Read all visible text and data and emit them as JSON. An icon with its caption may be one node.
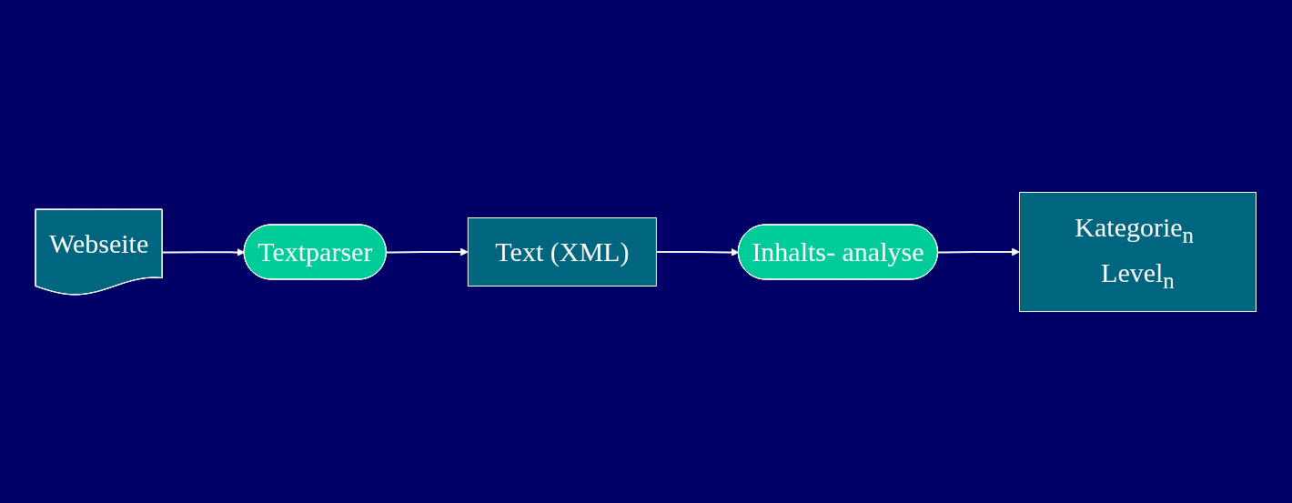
{
  "diagram": {
    "nodes": [
      {
        "text": [
          "Webseite"
        ]
      },
      {
        "text": [
          "Textparser"
        ]
      },
      {
        "text": [
          "Text (XML)"
        ]
      },
      {
        "text": [
          "Inhalts- analyse"
        ]
      },
      {
        "text": [
          "Kategorie$_{n}$ Level$_{n}$"
        ]
      }
    ],
    "edges": [
      {
        "from": 0,
        "to": 1,
        "arrow": "to"
      },
      {
        "from": 1,
        "to": 2,
        "arrow": "to"
      },
      {
        "from": 2,
        "to": 3,
        "arrow": "to"
      },
      {
        "from": 3,
        "to": 4,
        "arrow": "to"
      }
    ]
  }
}
